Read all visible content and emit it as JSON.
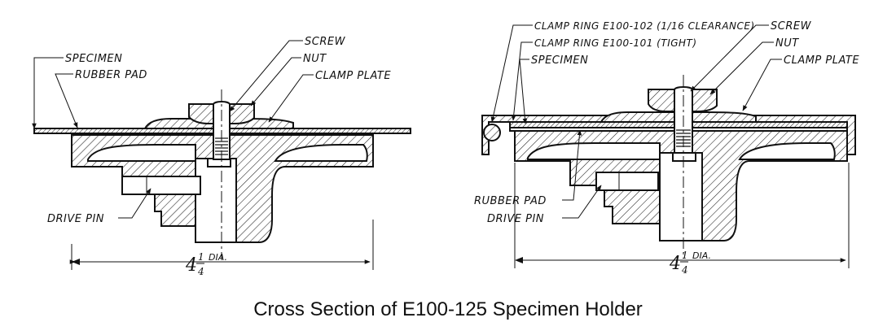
{
  "caption": "Cross Section of E100-125 Specimen Holder",
  "left_view": {
    "labels": {
      "specimen": "SPECIMEN",
      "rubber_pad": "RUBBER PAD",
      "screw": "SCREW",
      "nut": "NUT",
      "clamp_plate": "CLAMP PLATE",
      "drive_pin": "DRIVE PIN"
    },
    "dimension": {
      "whole": "4",
      "numerator": "1",
      "denominator": "4",
      "unit": "DIA."
    }
  },
  "right_view": {
    "labels": {
      "clamp_ring_clearance": "CLAMP RING E100-102 (1/16 CLEARANCE)",
      "clamp_ring_tight": "CLAMP RING E100-101 (TIGHT)",
      "specimen": "SPECIMEN",
      "screw": "SCREW",
      "nut": "NUT",
      "clamp_plate": "CLAMP PLATE",
      "rubber_pad": "RUBBER PAD",
      "drive_pin": "DRIVE PIN"
    },
    "dimension": {
      "whole": "4",
      "numerator": "1",
      "denominator": "4",
      "unit": "DIA."
    }
  }
}
